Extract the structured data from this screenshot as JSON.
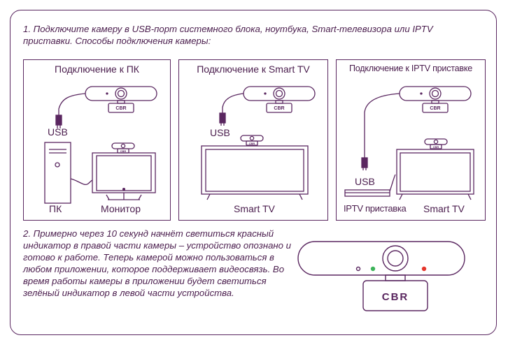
{
  "colors": {
    "stroke": "#5a2760",
    "text": "#4a1d4d",
    "led_green": "#3db35a",
    "led_red": "#e5352b"
  },
  "step1": {
    "text": "1. Подключите камеру в USB-порт системного блока, ноутбука, Smart-телевизора или IPTV приставки. Способы подключения камеры:"
  },
  "panels": {
    "pc": {
      "title": "Подключение к ПК",
      "usb_label": "USB",
      "pc_label": "ПК",
      "monitor_label": "Монитор",
      "brand": "CBR"
    },
    "tv": {
      "title": "Подключение к Smart TV",
      "usb_label": "USB",
      "tv_label": "Smart TV",
      "brand": "CBR"
    },
    "iptv": {
      "title": "Подключение к IPTV приставке",
      "usb_label": "USB",
      "box_label": "IPTV приставка",
      "tv_label": "Smart TV",
      "brand": "CBR"
    }
  },
  "step2": {
    "text": "2. Примерно через 10 секунд начнёт светиться красный индикатор в правой части камеры – устройство опознано и готово к работе. Теперь камерой можно пользоваться в любом приложении, которое поддерживает видеосвязь. Во время работы камеры в приложении будет светиться зелёный индикатор в левой части устройства."
  },
  "camera": {
    "brand": "CBR"
  }
}
